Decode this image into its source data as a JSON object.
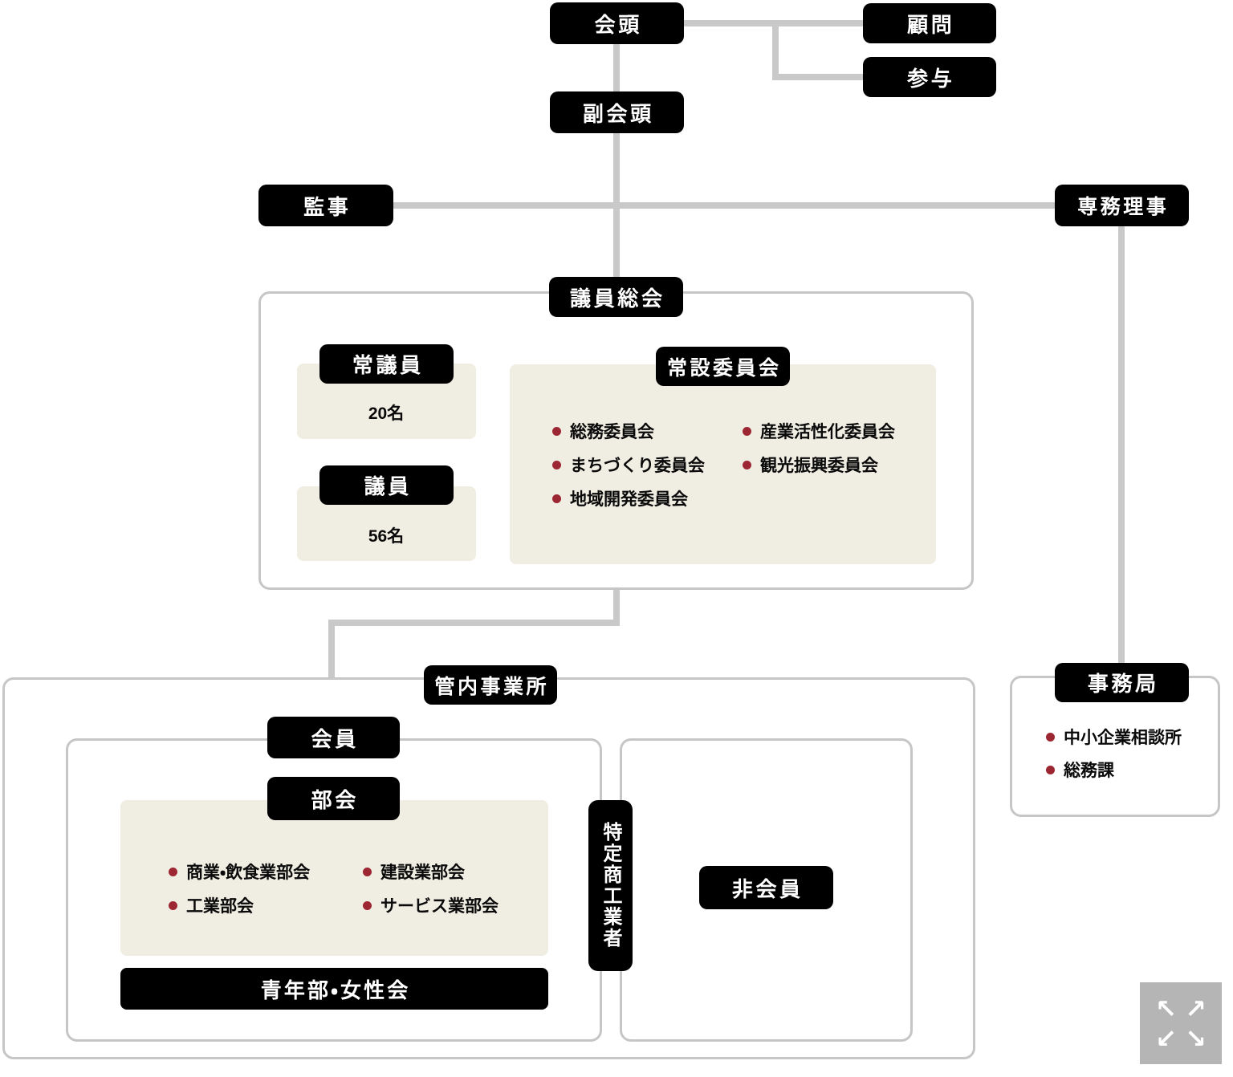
{
  "palette": {
    "node_black": "#000000",
    "node_text": "#ffffff",
    "connector_gray": "#c9c9c9",
    "panel_border_gray": "#c6c6c6",
    "beige_fill": "#f0ede3",
    "bullet_red": "#9c2732",
    "expand_button_gray": "#b5b5b5"
  },
  "org": {
    "president": "会頭",
    "advisor": "顧問",
    "counselor": "参与",
    "vice_president": "副会頭",
    "auditor": "監事",
    "managing_director": "専務理事",
    "assembly": "議員総会",
    "standing_councilor_label": "常議員",
    "standing_councilor_count": "20名",
    "councilor_label": "議員",
    "councilor_count": "56名",
    "standing_committees_label": "常設委員会",
    "committees_col1": [
      "総務委員会",
      "まちづくり委員会",
      "地域開発委員会"
    ],
    "committees_col2": [
      "産業活性化委員会",
      "観光振興委員会"
    ],
    "jurisdiction_label": "管内事業所",
    "member_label": "会員",
    "sections_label": "部会",
    "sections_col1": [
      "商業・飲食業部会",
      "工業部会"
    ],
    "sections_col2": [
      "建設業部会",
      "サービス業部会"
    ],
    "youth_women_label": "青年部・女性会",
    "specified_traders_label": "特定商工業者",
    "non_member_label": "非会員",
    "secretariat_label": "事務局",
    "secretariat_items": [
      "中小企業相談所",
      "総務課"
    ]
  },
  "icons": {
    "expand_arrows": [
      "↖",
      "↗",
      "↙",
      "↘"
    ]
  }
}
